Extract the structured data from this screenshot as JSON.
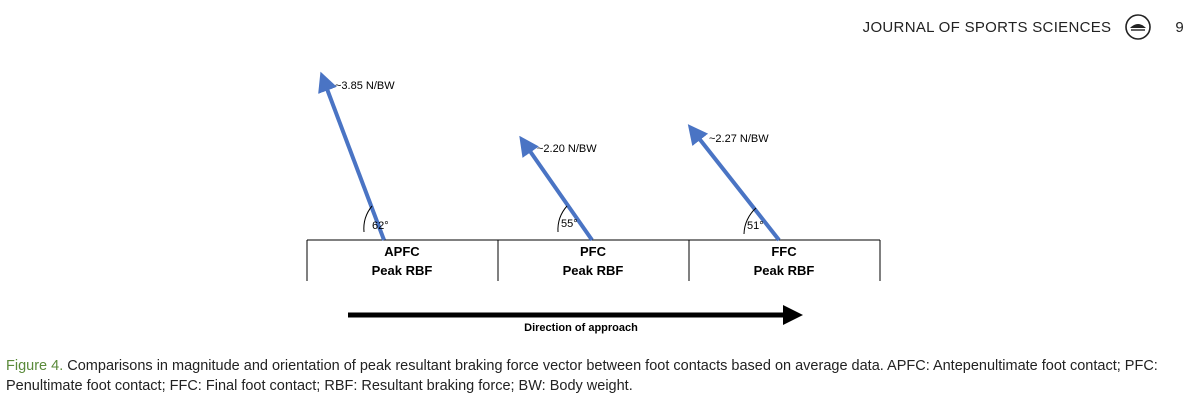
{
  "header": {
    "journal": "JOURNAL OF SPORTS SCIENCES",
    "logo_icon": "journal-logo-icon",
    "page_number": "9"
  },
  "figure": {
    "contacts": [
      {
        "name": "APFC",
        "label": "Peak RBF",
        "magnitude": "~3.85 N/BW",
        "angle_label": "62°",
        "angle_deg": 62
      },
      {
        "name": "PFC",
        "label": "Peak RBF",
        "magnitude": "~2.20 N/BW",
        "angle_label": "55°",
        "angle_deg": 55
      },
      {
        "name": "FFC",
        "label": "Peak RBF",
        "magnitude": "~2.27 N/BW",
        "angle_label": "51°",
        "angle_deg": 51
      }
    ],
    "direction_label": "Direction of approach",
    "vector_color": "#4a74c4",
    "axis_color": "#000000"
  },
  "caption": {
    "label": "Figure 4.",
    "text": " Comparisons in magnitude and orientation of peak resultant braking force vector between foot contacts based on average data. APFC: Antepenultimate foot contact; PFC: Penultimate foot contact; FFC: Final foot contact; RBF: Resultant braking force; BW: Body weight.",
    "label_color": "#5a8a3a"
  }
}
